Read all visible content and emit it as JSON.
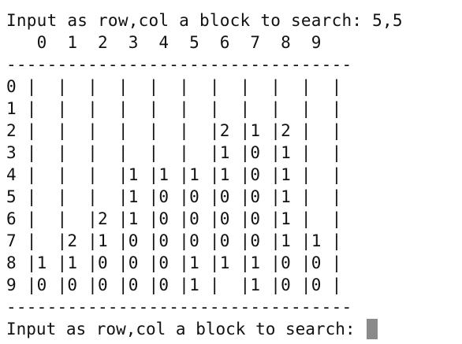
{
  "terminal": {
    "prompt_1": "Input as row,col a block to search: 5,5",
    "column_header": "   0  1  2  3  4  5  6  7  8  9",
    "separator": "----------------------------------",
    "rows": [
      "0 |  |  |  |  |  |  |  |  |  |  |",
      "1 |  |  |  |  |  |  |  |  |  |  |",
      "2 |  |  |  |  |  |  |2 |1 |2 |  |",
      "3 |  |  |  |  |  |  |1 |0 |1 |  |",
      "4 |  |  |  |1 |1 |1 |1 |0 |1 |  |",
      "5 |  |  |  |1 |0 |0 |0 |0 |1 |  |",
      "6 |  |  |2 |1 |0 |0 |0 |0 |1 |  |",
      "7 |  |2 |1 |0 |0 |0 |0 |0 |1 |1 |",
      "8 |1 |1 |0 |0 |0 |1 |1 |1 |0 |0 |",
      "9 |0 |0 |0 |0 |0 |1 |  |1 |0 |0 |"
    ],
    "prompt_2": "Input as row,col a block to search: "
  }
}
